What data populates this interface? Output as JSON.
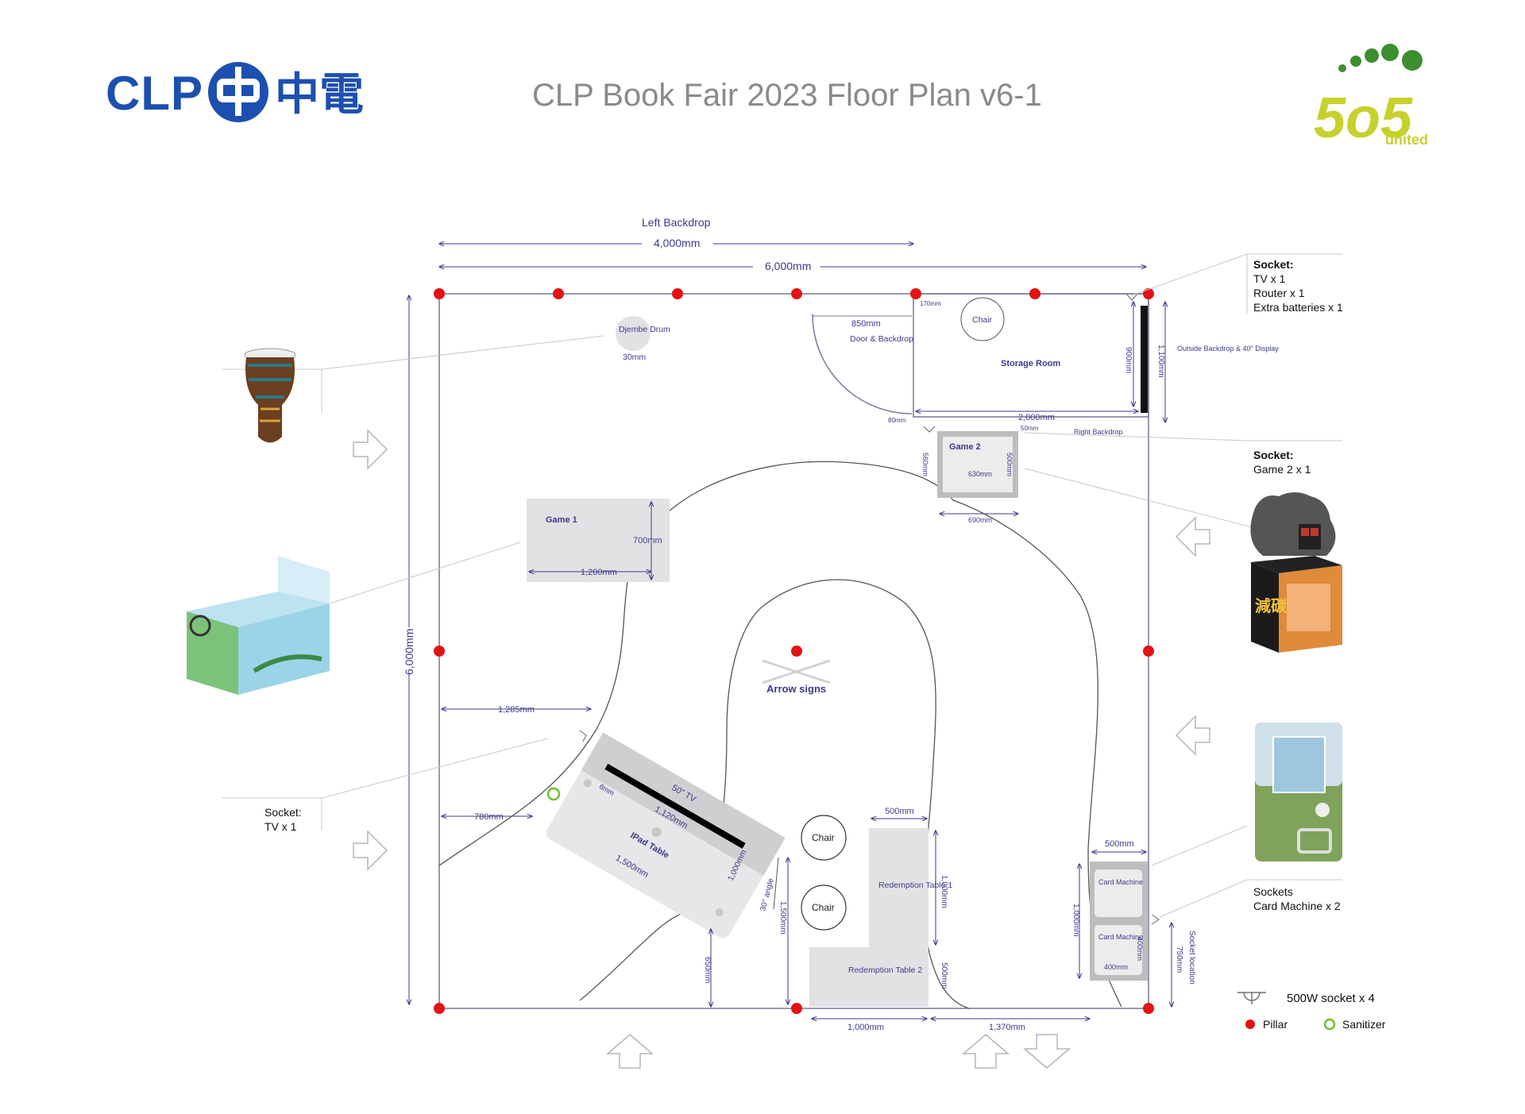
{
  "header": {
    "clp_logo_text": "CLP",
    "clp_logo_chinese": "中電",
    "title": "CLP Book Fair 2023 Floor Plan v6-1",
    "brand_logo_text": "5o5",
    "brand_logo_sub": "united"
  },
  "dimensions": {
    "left_backdrop_label": "Left Backdrop",
    "left_backdrop_width": "4,000mm",
    "total_width": "6,000mm",
    "total_height": "6,000mm",
    "door_width": "850mm",
    "door_label": "Door & Backdrop",
    "storage_top": "170mm",
    "storage_width": "2,000mm",
    "storage_depth": "900mm",
    "storage_gap": "80mm",
    "storage_gap2": "50mm",
    "outside_height": "1,100mm",
    "outside_label": "Outside Backdrop & 40\" Display",
    "right_backdrop": "Right Backdrop",
    "game2_w_outer": "690mm",
    "game2_w_inner": "630mm",
    "game2_h_outer": "560mm",
    "game2_h_inner": "500mm",
    "game1_w": "1,200mm",
    "game1_h": "700mm",
    "ipad_left_1": "1,285mm",
    "ipad_left_2": "780mm",
    "tv_width": "1,120mm",
    "ipad_width": "1,500mm",
    "ipad_depth": "1,000mm",
    "ipad_bottom": "650mm",
    "angle": "30° angle",
    "chairs_h": "1,500mm",
    "red1_w": "500mm",
    "red1_h": "1,000mm",
    "red2_h": "500mm",
    "bottom_w1": "1,000mm",
    "bottom_w2": "1,370mm",
    "card_w": "500mm",
    "card_h": "1,000mm",
    "card_inner_h": "400mm",
    "card_inner_w": "400mm",
    "socket_location": "Socket location",
    "socket_750": "750mm",
    "djembe_size": "30mm",
    "sanitizer_8mm": "8mm"
  },
  "items": {
    "djembe": "Djembe Drum",
    "chair": "Chair",
    "storage_room": "Storage Room",
    "game1": "Game 1",
    "game2": "Game 2",
    "arrow_signs": "Arrow signs",
    "tv": "50\" TV",
    "ipad_table": "IPad Table",
    "redemption1": "Redemption Table 1",
    "redemption2": "Redemption Table 2",
    "card_machine": "Card Machine"
  },
  "notes": {
    "socket_tr": {
      "title": "Socket:",
      "lines": [
        "TV x 1",
        "Router x 1",
        "Extra batteries x 1"
      ]
    },
    "socket_game2": {
      "title": "Socket:",
      "lines": [
        "Game 2 x 1"
      ]
    },
    "socket_tv": {
      "title": "Socket:",
      "lines": [
        "TV x 1"
      ]
    },
    "socket_card": {
      "title": "Sockets",
      "lines": [
        "Card Machine x 2"
      ]
    }
  },
  "legend": {
    "socket": "500W socket x 4",
    "pillar": "Pillar",
    "sanitizer": "Sanitizer"
  },
  "colors": {
    "navy": "#3d3a8c",
    "clp_blue": "#1d4fb0",
    "pillar_red": "#e41212",
    "sanitizer_green": "#6cbf2d",
    "brand_lime": "#c7d12c",
    "brand_green": "#3e8e2f",
    "furniture": "#e2e2e4"
  }
}
